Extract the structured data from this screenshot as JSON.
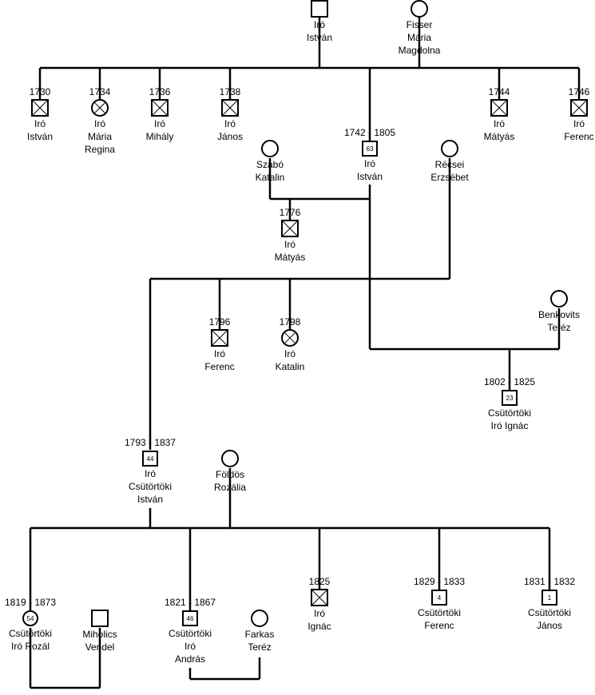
{
  "people": [
    {
      "id": "p_top_m",
      "sex": "m",
      "year": "",
      "lines": [
        "Iró",
        "István"
      ],
      "badge": "",
      "deceased": false
    },
    {
      "id": "p_top_f",
      "sex": "f",
      "year": "",
      "lines": [
        "Fisser",
        "Mária",
        "Magdolna"
      ],
      "badge": "",
      "deceased": false
    },
    {
      "id": "p_1730",
      "sex": "m",
      "year": "1730",
      "lines": [
        "Iró",
        "István"
      ],
      "badge": "",
      "deceased": true
    },
    {
      "id": "p_1734",
      "sex": "f",
      "year": "1734",
      "lines": [
        "Iró",
        "Mária",
        "Regina"
      ],
      "badge": "",
      "deceased": true
    },
    {
      "id": "p_1736",
      "sex": "m",
      "year": "1736",
      "lines": [
        "Iró",
        "Mihály"
      ],
      "badge": "",
      "deceased": true
    },
    {
      "id": "p_1738",
      "sex": "m",
      "year": "1738",
      "lines": [
        "Iró",
        "János"
      ],
      "badge": "",
      "deceased": true
    },
    {
      "id": "p_1742",
      "sex": "m",
      "year": "1742 - 1805",
      "lines": [
        "Iró",
        "István"
      ],
      "badge": "63",
      "deceased": false
    },
    {
      "id": "p_1744",
      "sex": "m",
      "year": "1744",
      "lines": [
        "Iró",
        "Mátyás"
      ],
      "badge": "",
      "deceased": true
    },
    {
      "id": "p_1746",
      "sex": "m",
      "year": "1746",
      "lines": [
        "Iró",
        "Ferenc"
      ],
      "badge": "",
      "deceased": true
    },
    {
      "id": "p_szabo",
      "sex": "f",
      "year": "",
      "lines": [
        "Szabó",
        "Katalin"
      ],
      "badge": "",
      "deceased": false
    },
    {
      "id": "p_recsei",
      "sex": "f",
      "year": "",
      "lines": [
        "Récsei",
        "Erzsébet"
      ],
      "badge": "",
      "deceased": false
    },
    {
      "id": "p_1776",
      "sex": "m",
      "year": "1776",
      "lines": [
        "Iró",
        "Mátyás"
      ],
      "badge": "",
      "deceased": true
    },
    {
      "id": "p_benkovits",
      "sex": "f",
      "year": "",
      "lines": [
        "Benkovits",
        "Teréz"
      ],
      "badge": "",
      "deceased": false
    },
    {
      "id": "p_1796",
      "sex": "m",
      "year": "1796",
      "lines": [
        "Iró",
        "Ferenc"
      ],
      "badge": "",
      "deceased": true
    },
    {
      "id": "p_1798",
      "sex": "f",
      "year": "1798",
      "lines": [
        "Iró",
        "Katalin"
      ],
      "badge": "",
      "deceased": true
    },
    {
      "id": "p_1802",
      "sex": "m",
      "year": "1802 - 1825",
      "lines": [
        "Csütörtöki",
        "Iró Ignác"
      ],
      "badge": "23",
      "deceased": false
    },
    {
      "id": "p_1793",
      "sex": "m",
      "year": "1793 - 1837",
      "lines": [
        "Iró",
        "Csütörtöki",
        "István"
      ],
      "badge": "44",
      "deceased": false
    },
    {
      "id": "p_foldos",
      "sex": "f",
      "year": "",
      "lines": [
        "Földös",
        "Rozália"
      ],
      "badge": "",
      "deceased": false
    },
    {
      "id": "p_1825",
      "sex": "m",
      "year": "1825",
      "lines": [
        "Iró",
        "Ignác"
      ],
      "badge": "",
      "deceased": true
    },
    {
      "id": "p_1829",
      "sex": "m",
      "year": "1829 - 1833",
      "lines": [
        "Csütörtöki",
        "Ferenc"
      ],
      "badge": "4",
      "deceased": false
    },
    {
      "id": "p_1831",
      "sex": "m",
      "year": "1831 - 1832",
      "lines": [
        "Csütörtöki",
        "János"
      ],
      "badge": "1",
      "deceased": false
    },
    {
      "id": "p_1819",
      "sex": "f",
      "year": "1819 - 1873",
      "lines": [
        "Csütörtöki",
        "Iró Rozál"
      ],
      "badge": "54",
      "deceased": false
    },
    {
      "id": "p_miholics",
      "sex": "m",
      "year": "",
      "lines": [
        "Miholics",
        "Vendel"
      ],
      "badge": "",
      "deceased": false
    },
    {
      "id": "p_1821",
      "sex": "m",
      "year": "1821 - 1867",
      "lines": [
        "Csütörtöki",
        "Iró",
        "András"
      ],
      "badge": "46",
      "deceased": false
    },
    {
      "id": "p_farkas",
      "sex": "f",
      "year": "",
      "lines": [
        "Farkas",
        "Teréz"
      ],
      "badge": "",
      "deceased": false
    }
  ]
}
